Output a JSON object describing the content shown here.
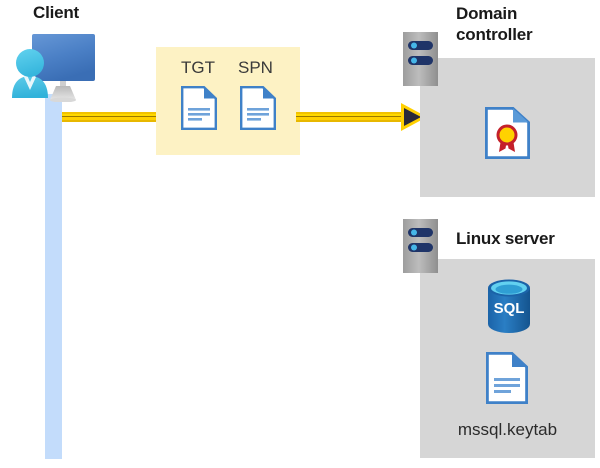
{
  "diagram": {
    "title_client": "Client",
    "title_domain_controller": "Domain\ncontroller",
    "title_linux_server": "Linux server",
    "flow": {
      "direction": "client-to-domain-controller",
      "arrow_color": "#ffd000"
    },
    "highlight_box": {
      "background": "#fdf2c4",
      "items": [
        {
          "label": "TGT",
          "icon": "document-icon"
        },
        {
          "label": "SPN",
          "icon": "document-icon"
        }
      ]
    },
    "domain_controller": {
      "panel_color": "#d6d6d6",
      "icons": [
        {
          "name": "certificate-document-icon",
          "label": ""
        }
      ]
    },
    "linux_server": {
      "panel_color": "#d6d6d6",
      "icons": [
        {
          "name": "sql-database-icon",
          "label": "SQL"
        },
        {
          "name": "document-icon",
          "label": "mssql.keytab"
        }
      ],
      "file_caption": "mssql.keytab"
    },
    "colors": {
      "accent_yellow": "#ffd000",
      "highlight_yellow": "#fdf2c4",
      "panel_gray": "#d6d6d6",
      "lifeline_blue": "#c3dcfb",
      "doc_blue": "#3f81c8",
      "sql_blue": "#1f6bb0",
      "server_gray": "#a8a8a8",
      "server_led": "#1f3468"
    },
    "sql_label": "SQL"
  }
}
